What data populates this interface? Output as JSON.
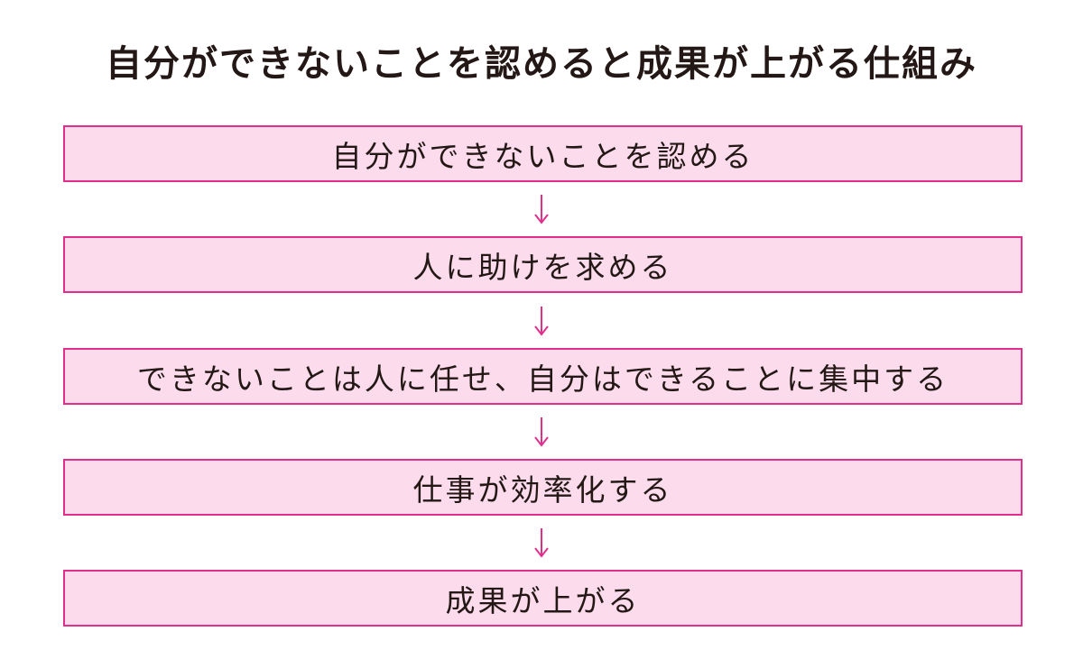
{
  "title": "自分ができないことを認めると成果が上がる仕組み",
  "colors": {
    "box_fill": "#fcdcec",
    "accent": "#e0308c"
  },
  "steps": [
    "自分ができないことを認める",
    "人に助けを求める",
    "できないことは人に任せ、自分はできることに集中する",
    "仕事が効率化する",
    "成果が上がる"
  ]
}
